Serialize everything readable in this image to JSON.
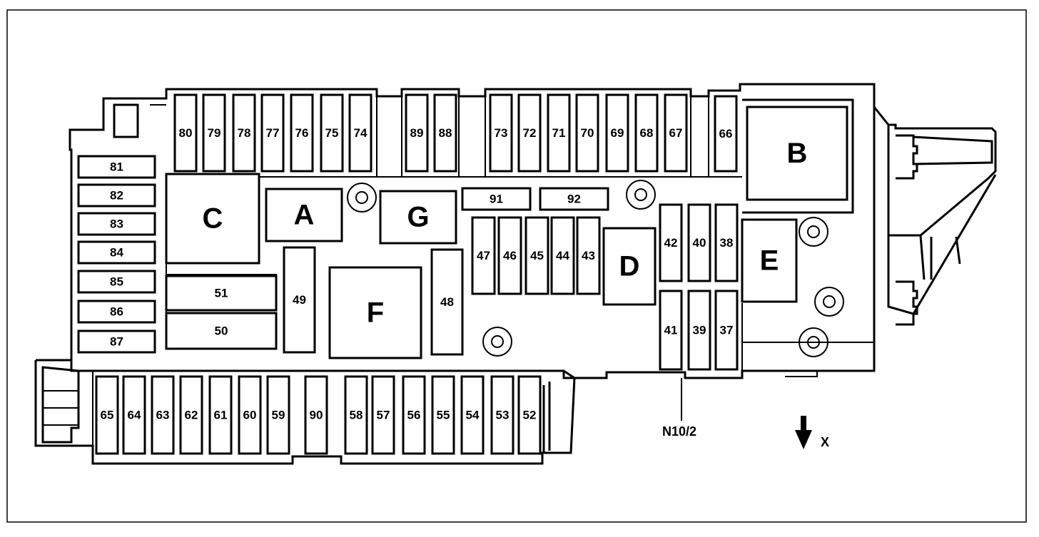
{
  "diagram": {
    "callout_label": "N10/2",
    "arrow_label": "X",
    "relays": {
      "A": "A",
      "B": "B",
      "C": "C",
      "D": "D",
      "E": "E",
      "F": "F",
      "G": "G"
    },
    "fuses_top_left": [
      "80",
      "79",
      "78",
      "77",
      "76",
      "75",
      "74"
    ],
    "fuses_top_mid": [
      "89",
      "88"
    ],
    "fuses_top_right": [
      "73",
      "72",
      "71",
      "70",
      "69",
      "68",
      "67"
    ],
    "fuse_66": "66",
    "fuses_left_column": [
      "81",
      "82",
      "83",
      "84",
      "85",
      "86",
      "87"
    ],
    "fuses_bottom": [
      "65",
      "64",
      "63",
      "62",
      "61",
      "60",
      "59",
      "90",
      "58",
      "57",
      "56",
      "55",
      "54",
      "53",
      "52"
    ],
    "fuses_mid_row": [
      "47",
      "46",
      "45",
      "44",
      "43"
    ],
    "fuses_right_upper": [
      "42",
      "40",
      "38"
    ],
    "fuses_right_lower": [
      "41",
      "39",
      "37"
    ],
    "fuse_49": "49",
    "fuse_48": "48",
    "fuse_51": "51",
    "fuse_50": "50",
    "fuse_91": "91",
    "fuse_92": "92"
  }
}
